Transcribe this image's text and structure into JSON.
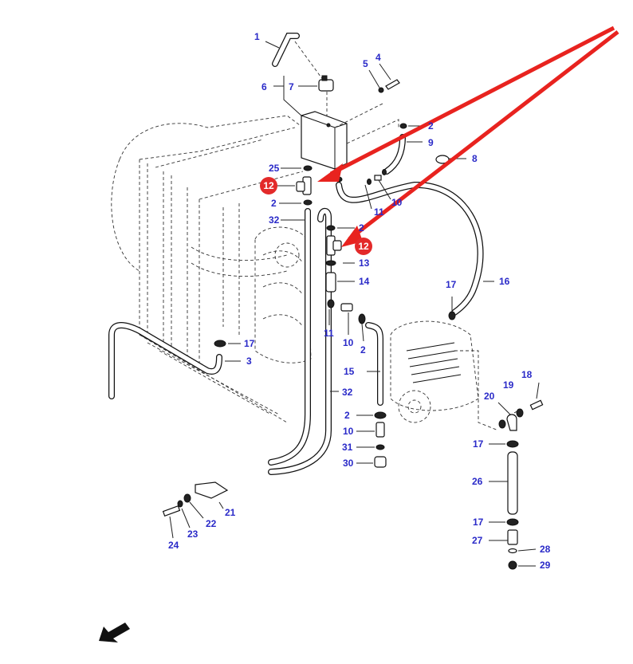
{
  "diagram": {
    "title": "",
    "colors": {
      "label": "#2a2ac8",
      "callout": "#e32a2a",
      "arrow": "#e8231f",
      "line": "#111111"
    },
    "labels": [
      {
        "id": "l1",
        "text": "1"
      },
      {
        "id": "l4",
        "text": "4"
      },
      {
        "id": "l5",
        "text": "5"
      },
      {
        "id": "l6",
        "text": "6"
      },
      {
        "id": "l7",
        "text": "7"
      },
      {
        "id": "l2a",
        "text": "2"
      },
      {
        "id": "l9",
        "text": "9"
      },
      {
        "id": "l8",
        "text": "8"
      },
      {
        "id": "l25",
        "text": "25"
      },
      {
        "id": "l2b",
        "text": "2"
      },
      {
        "id": "l32a",
        "text": "32"
      },
      {
        "id": "l11a",
        "text": "11"
      },
      {
        "id": "l10a",
        "text": "10"
      },
      {
        "id": "l2c",
        "text": "2"
      },
      {
        "id": "l13",
        "text": "13"
      },
      {
        "id": "l14",
        "text": "14"
      },
      {
        "id": "l17a",
        "text": "17"
      },
      {
        "id": "l16",
        "text": "16"
      },
      {
        "id": "l11b",
        "text": "11"
      },
      {
        "id": "l10b",
        "text": "10"
      },
      {
        "id": "l2d",
        "text": "2"
      },
      {
        "id": "l17b",
        "text": "17"
      },
      {
        "id": "l3",
        "text": "3"
      },
      {
        "id": "l15",
        "text": "15"
      },
      {
        "id": "l32b",
        "text": "32"
      },
      {
        "id": "l18",
        "text": "18"
      },
      {
        "id": "l19",
        "text": "19"
      },
      {
        "id": "l20",
        "text": "20"
      },
      {
        "id": "l2e",
        "text": "2"
      },
      {
        "id": "l10c",
        "text": "10"
      },
      {
        "id": "l31",
        "text": "31"
      },
      {
        "id": "l30",
        "text": "30"
      },
      {
        "id": "l17c",
        "text": "17"
      },
      {
        "id": "l26",
        "text": "26"
      },
      {
        "id": "l17d",
        "text": "17"
      },
      {
        "id": "l27",
        "text": "27"
      },
      {
        "id": "l28",
        "text": "28"
      },
      {
        "id": "l29",
        "text": "29"
      },
      {
        "id": "l21",
        "text": "21"
      },
      {
        "id": "l22",
        "text": "22"
      },
      {
        "id": "l23",
        "text": "23"
      },
      {
        "id": "l24",
        "text": "24"
      }
    ],
    "callouts": [
      {
        "id": "c12a",
        "text": "12"
      },
      {
        "id": "c12b",
        "text": "12"
      }
    ],
    "direction_arrow": "front-direction-arrow"
  }
}
